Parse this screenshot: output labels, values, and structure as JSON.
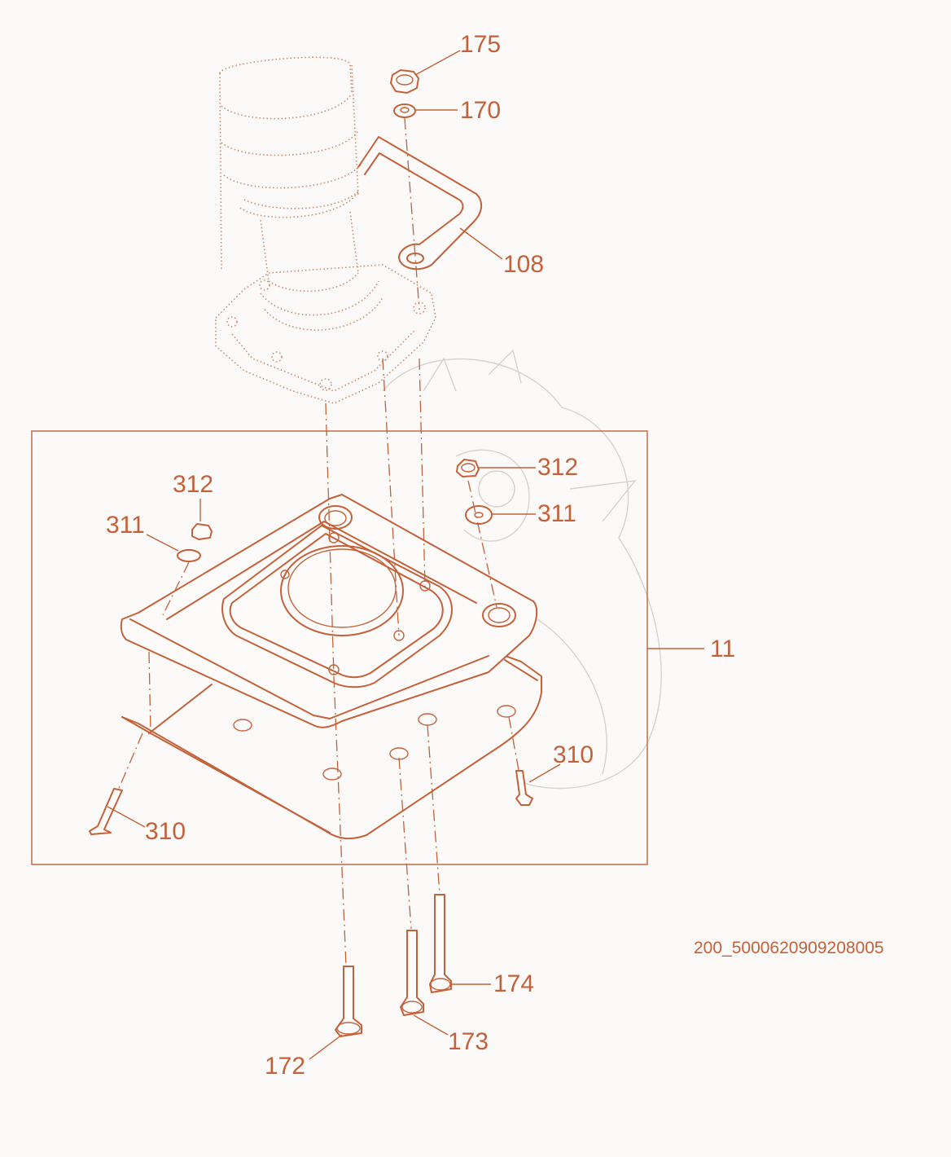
{
  "callouts": {
    "c175": "175",
    "c170": "170",
    "c108": "108",
    "c312_right": "312",
    "c311_right": "311",
    "c312_left": "312",
    "c311_left": "311",
    "c11": "11",
    "c310_right": "310",
    "c310_left": "310",
    "c174": "174",
    "c173": "173",
    "c172": "172"
  },
  "document_id": "200_5000620909208005",
  "colors": {
    "line": "#c2613a",
    "background": "#fbfaf9"
  }
}
